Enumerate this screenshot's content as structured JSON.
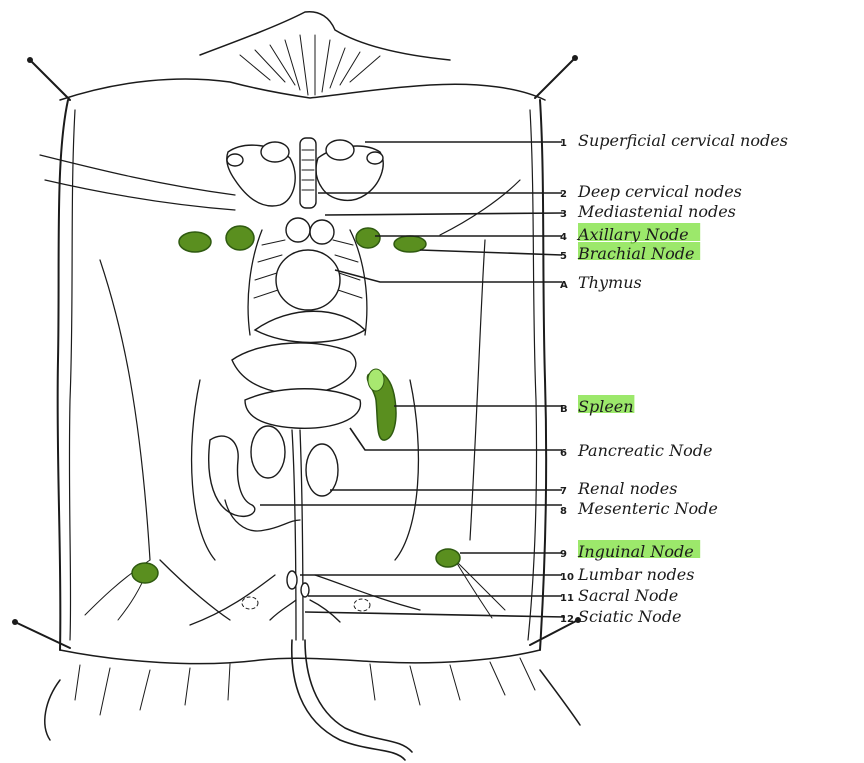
{
  "colors": {
    "ink": "#1b1b1b",
    "node_green": "#5a8f1f",
    "node_dark": "#2f5a10",
    "highlighter": "#7be03a",
    "paper": "#ffffff"
  },
  "labels": [
    {
      "num": "1",
      "text": "Superficial cervical nodes",
      "highlighted": false
    },
    {
      "num": "2",
      "text": "Deep cervical nodes",
      "highlighted": false
    },
    {
      "num": "3",
      "text": "Mediastenial nodes",
      "highlighted": false
    },
    {
      "num": "4",
      "text": "Axillary Node",
      "highlighted": true
    },
    {
      "num": "5",
      "text": "Brachial Node",
      "highlighted": true
    },
    {
      "num": "A",
      "text": "Thymus",
      "highlighted": false
    },
    {
      "num": "B",
      "text": "Spleen",
      "highlighted": true
    },
    {
      "num": "6",
      "text": "Pancreatic Node",
      "highlighted": false
    },
    {
      "num": "7",
      "text": "Renal nodes",
      "highlighted": false
    },
    {
      "num": "8",
      "text": "Mesenteric Node",
      "highlighted": false
    },
    {
      "num": "9",
      "text": "Inguinal Node",
      "highlighted": true
    },
    {
      "num": "10",
      "text": "Lumbar nodes",
      "highlighted": false
    },
    {
      "num": "11",
      "text": "Sacral Node",
      "highlighted": false
    },
    {
      "num": "12",
      "text": "Sciatic Node",
      "highlighted": false
    }
  ]
}
